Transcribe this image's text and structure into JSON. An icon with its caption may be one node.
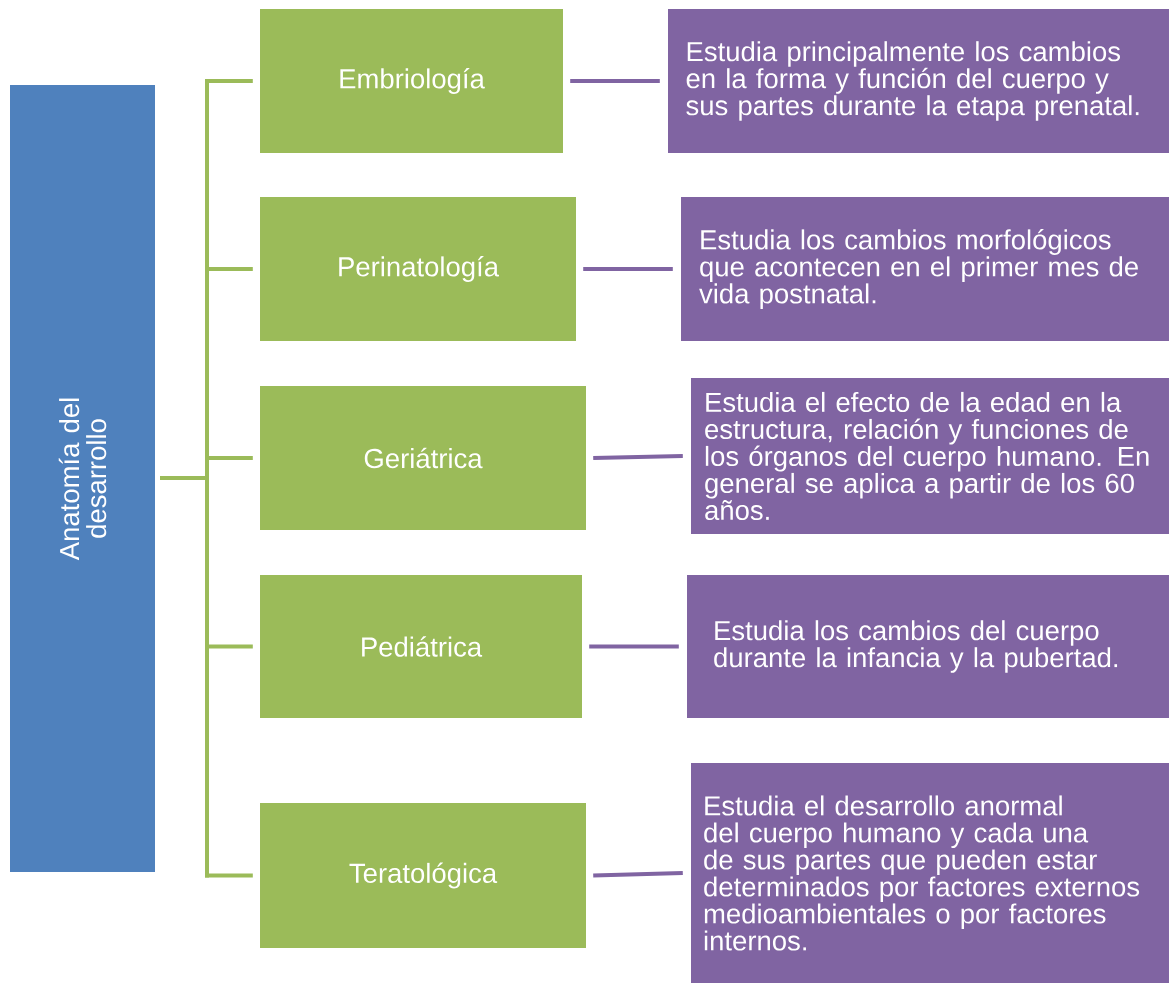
{
  "diagram": {
    "nodes": [
      {
        "text": [
          "Anatomía del desarrollo"
        ]
      },
      {
        "text": [
          "Embriología"
        ]
      },
      {
        "text": [
          "Perinatología"
        ]
      },
      {
        "text": [
          "Geriátrica"
        ]
      },
      {
        "text": [
          "Pediátrica"
        ]
      },
      {
        "text": [
          "Teratológica"
        ]
      },
      {
        "text": [
          "Estudia principalmente los cambios en la forma y función del cuerpo y sus partes durante la etapa prenatal."
        ]
      },
      {
        "text": [
          "Estudia los cambios morfológicos que acontecen en el primer mes de vida postnatal."
        ]
      },
      {
        "text": [
          "Estudia el efecto de la edad en la estructura, relación y funciones de los órganos del cuerpo humano. En general se aplica a partir de los 60 años."
        ]
      },
      {
        "text": [
          "Estudia los cambios del cuerpo durante la infancia y la pubertad."
        ]
      },
      {
        "text": [
          "Estudia el desarrollo anormal del cuerpo humano y cada una de sus partes que pueden estar determinados por factores externos medioambientales o por factores internos."
        ]
      }
    ],
    "edges": [
      {
        "from": 0,
        "to": 1,
        "arrow": "none",
        "color": "#9bbb59"
      },
      {
        "from": 0,
        "to": 2,
        "arrow": "none",
        "color": "#9bbb59"
      },
      {
        "from": 0,
        "to": 3,
        "arrow": "none",
        "color": "#9bbb59"
      },
      {
        "from": 0,
        "to": 4,
        "arrow": "none",
        "color": "#9bbb59"
      },
      {
        "from": 0,
        "to": 5,
        "arrow": "none",
        "color": "#9bbb59"
      },
      {
        "from": 1,
        "to": 6,
        "arrow": "none",
        "color": "#8064a2"
      },
      {
        "from": 2,
        "to": 7,
        "arrow": "none",
        "color": "#8064a2"
      },
      {
        "from": 3,
        "to": 8,
        "arrow": "none",
        "color": "#8064a2"
      },
      {
        "from": 4,
        "to": 9,
        "arrow": "none",
        "color": "#8064a2"
      },
      {
        "from": 5,
        "to": 10,
        "arrow": "none",
        "color": "#8064a2"
      }
    ]
  }
}
